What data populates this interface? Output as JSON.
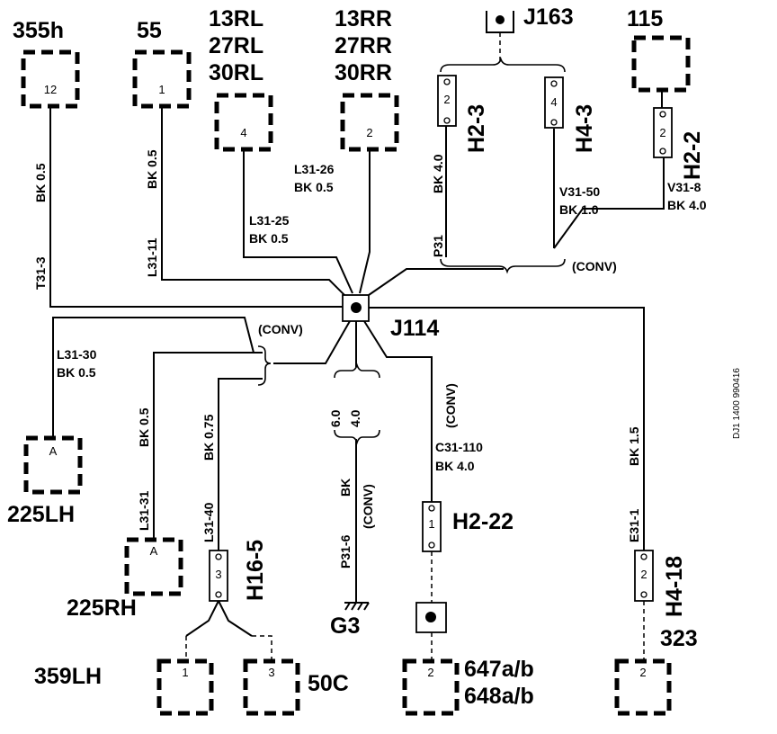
{
  "components": {
    "c355h": {
      "label": "355h",
      "pin": "12"
    },
    "c55": {
      "label": "55",
      "pin": "1"
    },
    "c13rl": {
      "labels": [
        "13RL",
        "27RL",
        "30RL"
      ],
      "pin": "4"
    },
    "c13rr": {
      "labels": [
        "13RR",
        "27RR",
        "30RR"
      ],
      "pin": "2"
    },
    "c115": {
      "label": "115"
    },
    "c225lh": {
      "label": "225LH",
      "pin": "A"
    },
    "c225rh": {
      "label": "225RH",
      "pin": "A"
    },
    "c359lh": {
      "label": "359LH",
      "pin": "1"
    },
    "c50c": {
      "label": "50C",
      "pin": "3"
    },
    "c647": {
      "labels": [
        "647a/b",
        "648a/b"
      ],
      "pin": "2"
    },
    "c323": {
      "label": "323",
      "pin": "2"
    }
  },
  "connectors": {
    "h2_3": {
      "label": "H2-3",
      "pin": "2"
    },
    "h4_3": {
      "label": "H4-3",
      "pin": "4"
    },
    "h2_2": {
      "label": "H2-2",
      "pin": "2"
    },
    "h16_5": {
      "label": "H16-5",
      "pin": "3"
    },
    "h2_22": {
      "label": "H2-22",
      "pin": "1"
    },
    "h4_18": {
      "label": "H4-18",
      "pin": "2"
    }
  },
  "splices": {
    "j114": "J114",
    "j163": "J163"
  },
  "ground": "G3",
  "wires": {
    "t31_3": {
      "id": "T31-3",
      "spec": "BK 0.5"
    },
    "l31_11": {
      "id": "L31-11",
      "spec": "BK 0.5"
    },
    "l31_25": {
      "id": "L31-25",
      "spec": "BK 0.5"
    },
    "l31_26": {
      "id": "L31-26",
      "spec": "BK 0.5"
    },
    "p31": {
      "id": "P31",
      "spec": "BK 4.0"
    },
    "v31_50": {
      "id": "V31-50",
      "spec": "BK 1.0"
    },
    "v31_8": {
      "id": "V31-8",
      "spec": "BK 4.0"
    },
    "l31_30": {
      "id": "L31-30",
      "spec": "BK 0.5"
    },
    "l31_31": {
      "id": "L31-31",
      "spec": "BK 0.5"
    },
    "l31_40": {
      "id": "L31-40",
      "spec": "BK 0.75"
    },
    "p31_6": {
      "id": "P31-6",
      "spec": "BK",
      "sizes": [
        "6.0",
        "4.0"
      ]
    },
    "c31_110": {
      "id": "C31-110",
      "spec": "BK 4.0"
    },
    "e31_1": {
      "id": "E31-1",
      "spec": "BK 1.5"
    }
  },
  "conv_label": "(CONV)",
  "drawing_ref": "DJ1 1400   990416"
}
